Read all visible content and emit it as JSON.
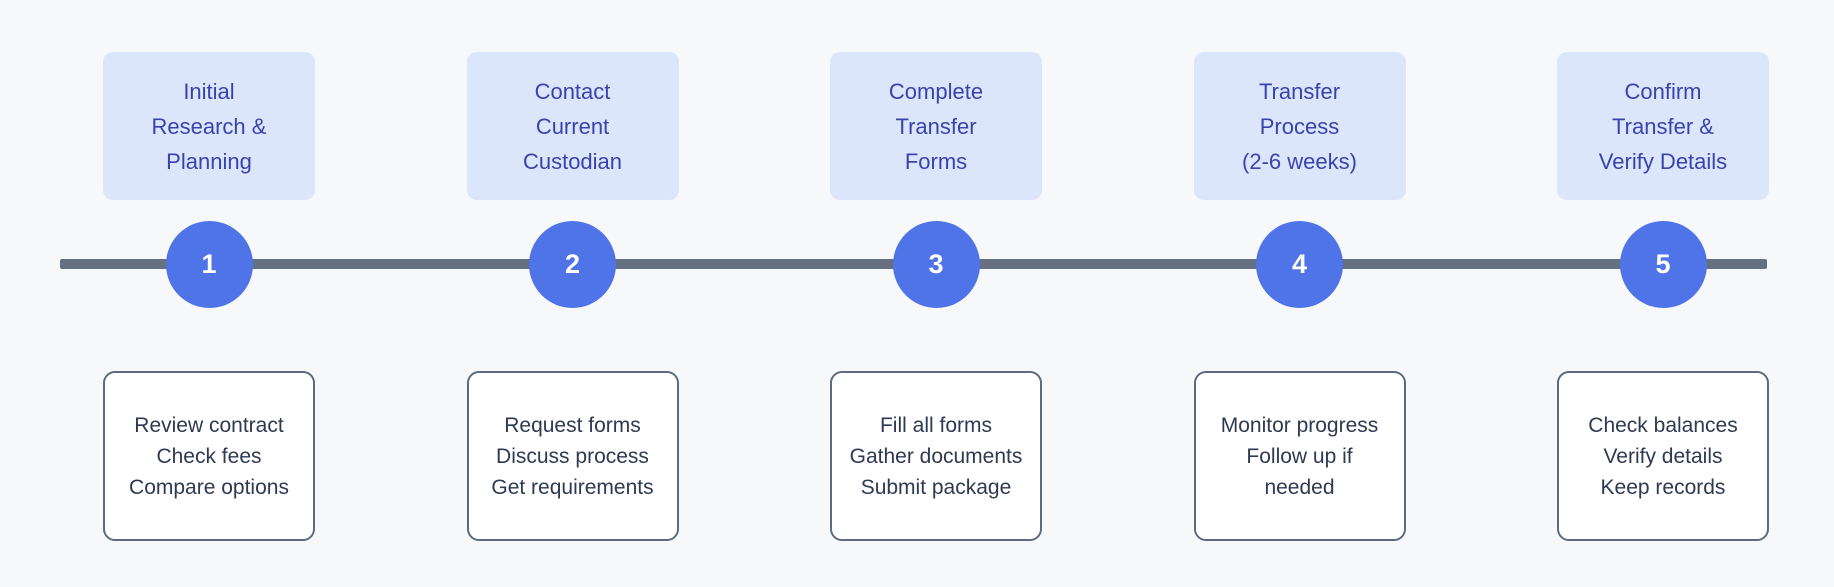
{
  "colors": {
    "page_bg": "#f7f8fa",
    "line_color": "#667082",
    "title_card_bg": "#dce6fb",
    "title_text": "#3a42ae",
    "circle_fill": "#4e74e8",
    "circle_text": "#ffffff",
    "detail_card_bg": "#ffffff",
    "detail_border": "#5d6b82",
    "detail_text": "#2e3a52"
  },
  "timeline": {
    "steps": [
      {
        "number": "1",
        "title": "Initial\nResearch &\nPlanning",
        "details": "Review contract\nCheck fees\nCompare options"
      },
      {
        "number": "2",
        "title": "Contact\nCurrent\nCustodian",
        "details": "Request forms\nDiscuss process\nGet requirements"
      },
      {
        "number": "3",
        "title": "Complete\nTransfer\nForms",
        "details": "Fill all forms\nGather documents\nSubmit package"
      },
      {
        "number": "4",
        "title": "Transfer\nProcess\n(2-6 weeks)",
        "details": "Monitor progress\nFollow up if\nneeded"
      },
      {
        "number": "5",
        "title": "Confirm\nTransfer &\nVerify Details",
        "details": "Check balances\nVerify details\nKeep records"
      }
    ]
  }
}
